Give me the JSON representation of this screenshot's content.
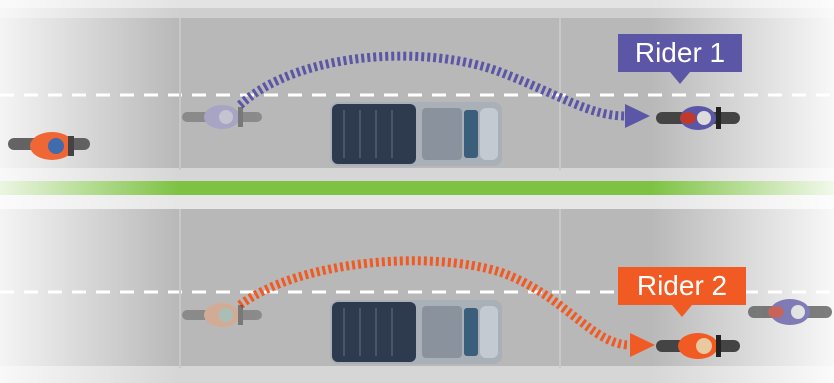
{
  "diagram": {
    "colors": {
      "rider_1": "#5b57a6",
      "rider_2": "#f15a22",
      "road": "#b3b3b3",
      "road_shoulder": "#c9c9c9",
      "lane_marking": "#ffffff",
      "median": "#7dc242",
      "truck_body": "#a9b0b8",
      "truck_cab": "#2e3a4e"
    },
    "scenarios": [
      {
        "label": "Rider 1",
        "color_key": "rider_1",
        "path_style": "dotted-curve-arrow"
      },
      {
        "label": "Rider 2",
        "color_key": "rider_2",
        "path_style": "dotted-curve-arrow"
      }
    ]
  }
}
